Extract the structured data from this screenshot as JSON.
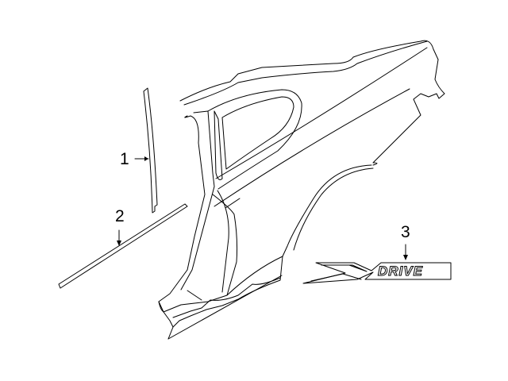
{
  "diagram": {
    "type": "exploded parts diagram",
    "subject": "Quarter panel exterior trim",
    "callouts": [
      {
        "number": "1",
        "part": "pillar-trim-molding"
      },
      {
        "number": "2",
        "part": "rocker-molding-strip"
      },
      {
        "number": "3",
        "part": "xdrive-emblem"
      }
    ],
    "emblem": {
      "x_letter": "X",
      "text": "DRIVE"
    },
    "colors": {
      "line": "#000000",
      "background": "#ffffff"
    }
  }
}
